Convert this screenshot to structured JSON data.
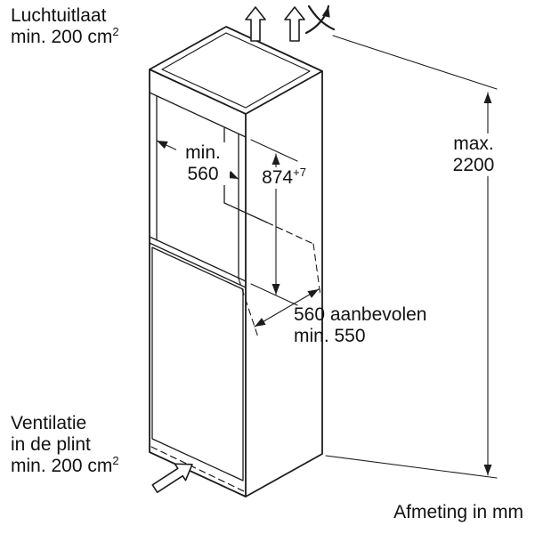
{
  "drawing": {
    "background": "#ffffff",
    "line_color": "#1c1c1c",
    "text_color": "#111111"
  },
  "labels": {
    "air_outlet": {
      "line1": "Luchtuitlaat",
      "line2": "min. 200 cm",
      "sup": "2"
    },
    "niche_width": {
      "line1": "min.",
      "line2": "560"
    },
    "niche_height": {
      "value": "874",
      "sup": "+7"
    },
    "max_height": {
      "line1": "max.",
      "line2": "2200"
    },
    "recess_depth": {
      "line1": "560 aanbevolen",
      "line2": "min. 550"
    },
    "plinth_vent": {
      "line1": "Ventilatie",
      "line2": "in de plint",
      "line3": "min. 200 cm",
      "sup": "2"
    },
    "units_note": "Afmeting in mm"
  },
  "icons": {
    "up_arrows": "airflow-up-arrow",
    "curved_arrow": "exhaust-curve-arrow",
    "plinth_arrow": "plinth-airflow-arrow"
  }
}
